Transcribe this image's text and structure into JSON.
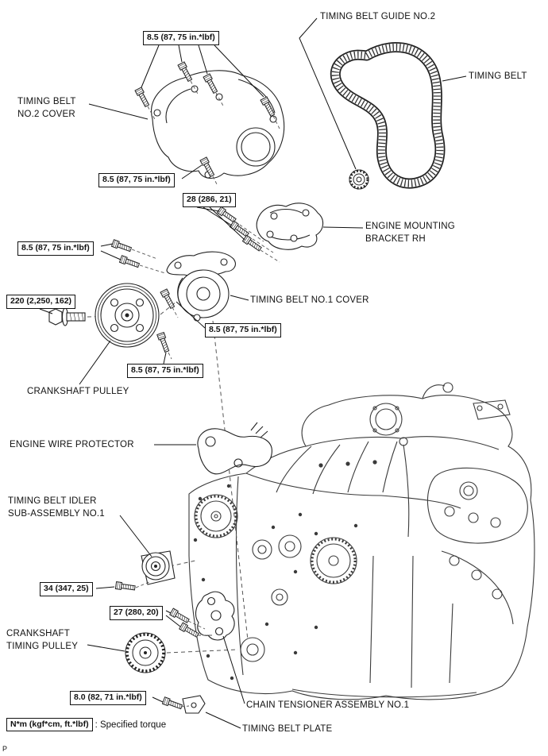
{
  "labels": {
    "timing_belt_guide_no2": "TIMING BELT GUIDE NO.2",
    "timing_belt": "TIMING BELT",
    "timing_belt_no2_cover": "TIMING BELT\nNO.2 COVER",
    "engine_mounting_bracket_rh": "ENGINE MOUNTING\nBRACKET RH",
    "timing_belt_no1_cover": "TIMING BELT NO.1 COVER",
    "crankshaft_pulley": "CRANKSHAFT PULLEY",
    "engine_wire_protector": "ENGINE WIRE PROTECTOR",
    "timing_belt_idler": "TIMING BELT IDLER\nSUB-ASSEMBLY NO.1",
    "crankshaft_timing_pulley": "CRANKSHAFT\nTIMING PULLEY",
    "chain_tensioner": "CHAIN TENSIONER ASSEMBLY NO.1",
    "timing_belt_plate": "TIMING BELT PLATE"
  },
  "torques": {
    "cover2_top": "8.5 (87, 75 in.*lbf)",
    "cover2_lower": "8.5 (87, 75 in.*lbf)",
    "bracket": "28 (286, 21)",
    "cover1_left": "8.5 (87, 75 in.*lbf)",
    "crank_bolt": "220 (2,250, 162)",
    "cover1_right": "8.5 (87, 75 in.*lbf)",
    "cover1_bottom": "8.5 (87, 75 in.*lbf)",
    "idler": "34 (347, 25)",
    "tensioner": "27 (280, 20)",
    "plate": "8.0 (82, 71 in.*lbf)"
  },
  "legend": {
    "unit": "N*m (kgf*cm, ft.*lbf)",
    "meaning": ": Specified torque"
  },
  "footer": "P"
}
